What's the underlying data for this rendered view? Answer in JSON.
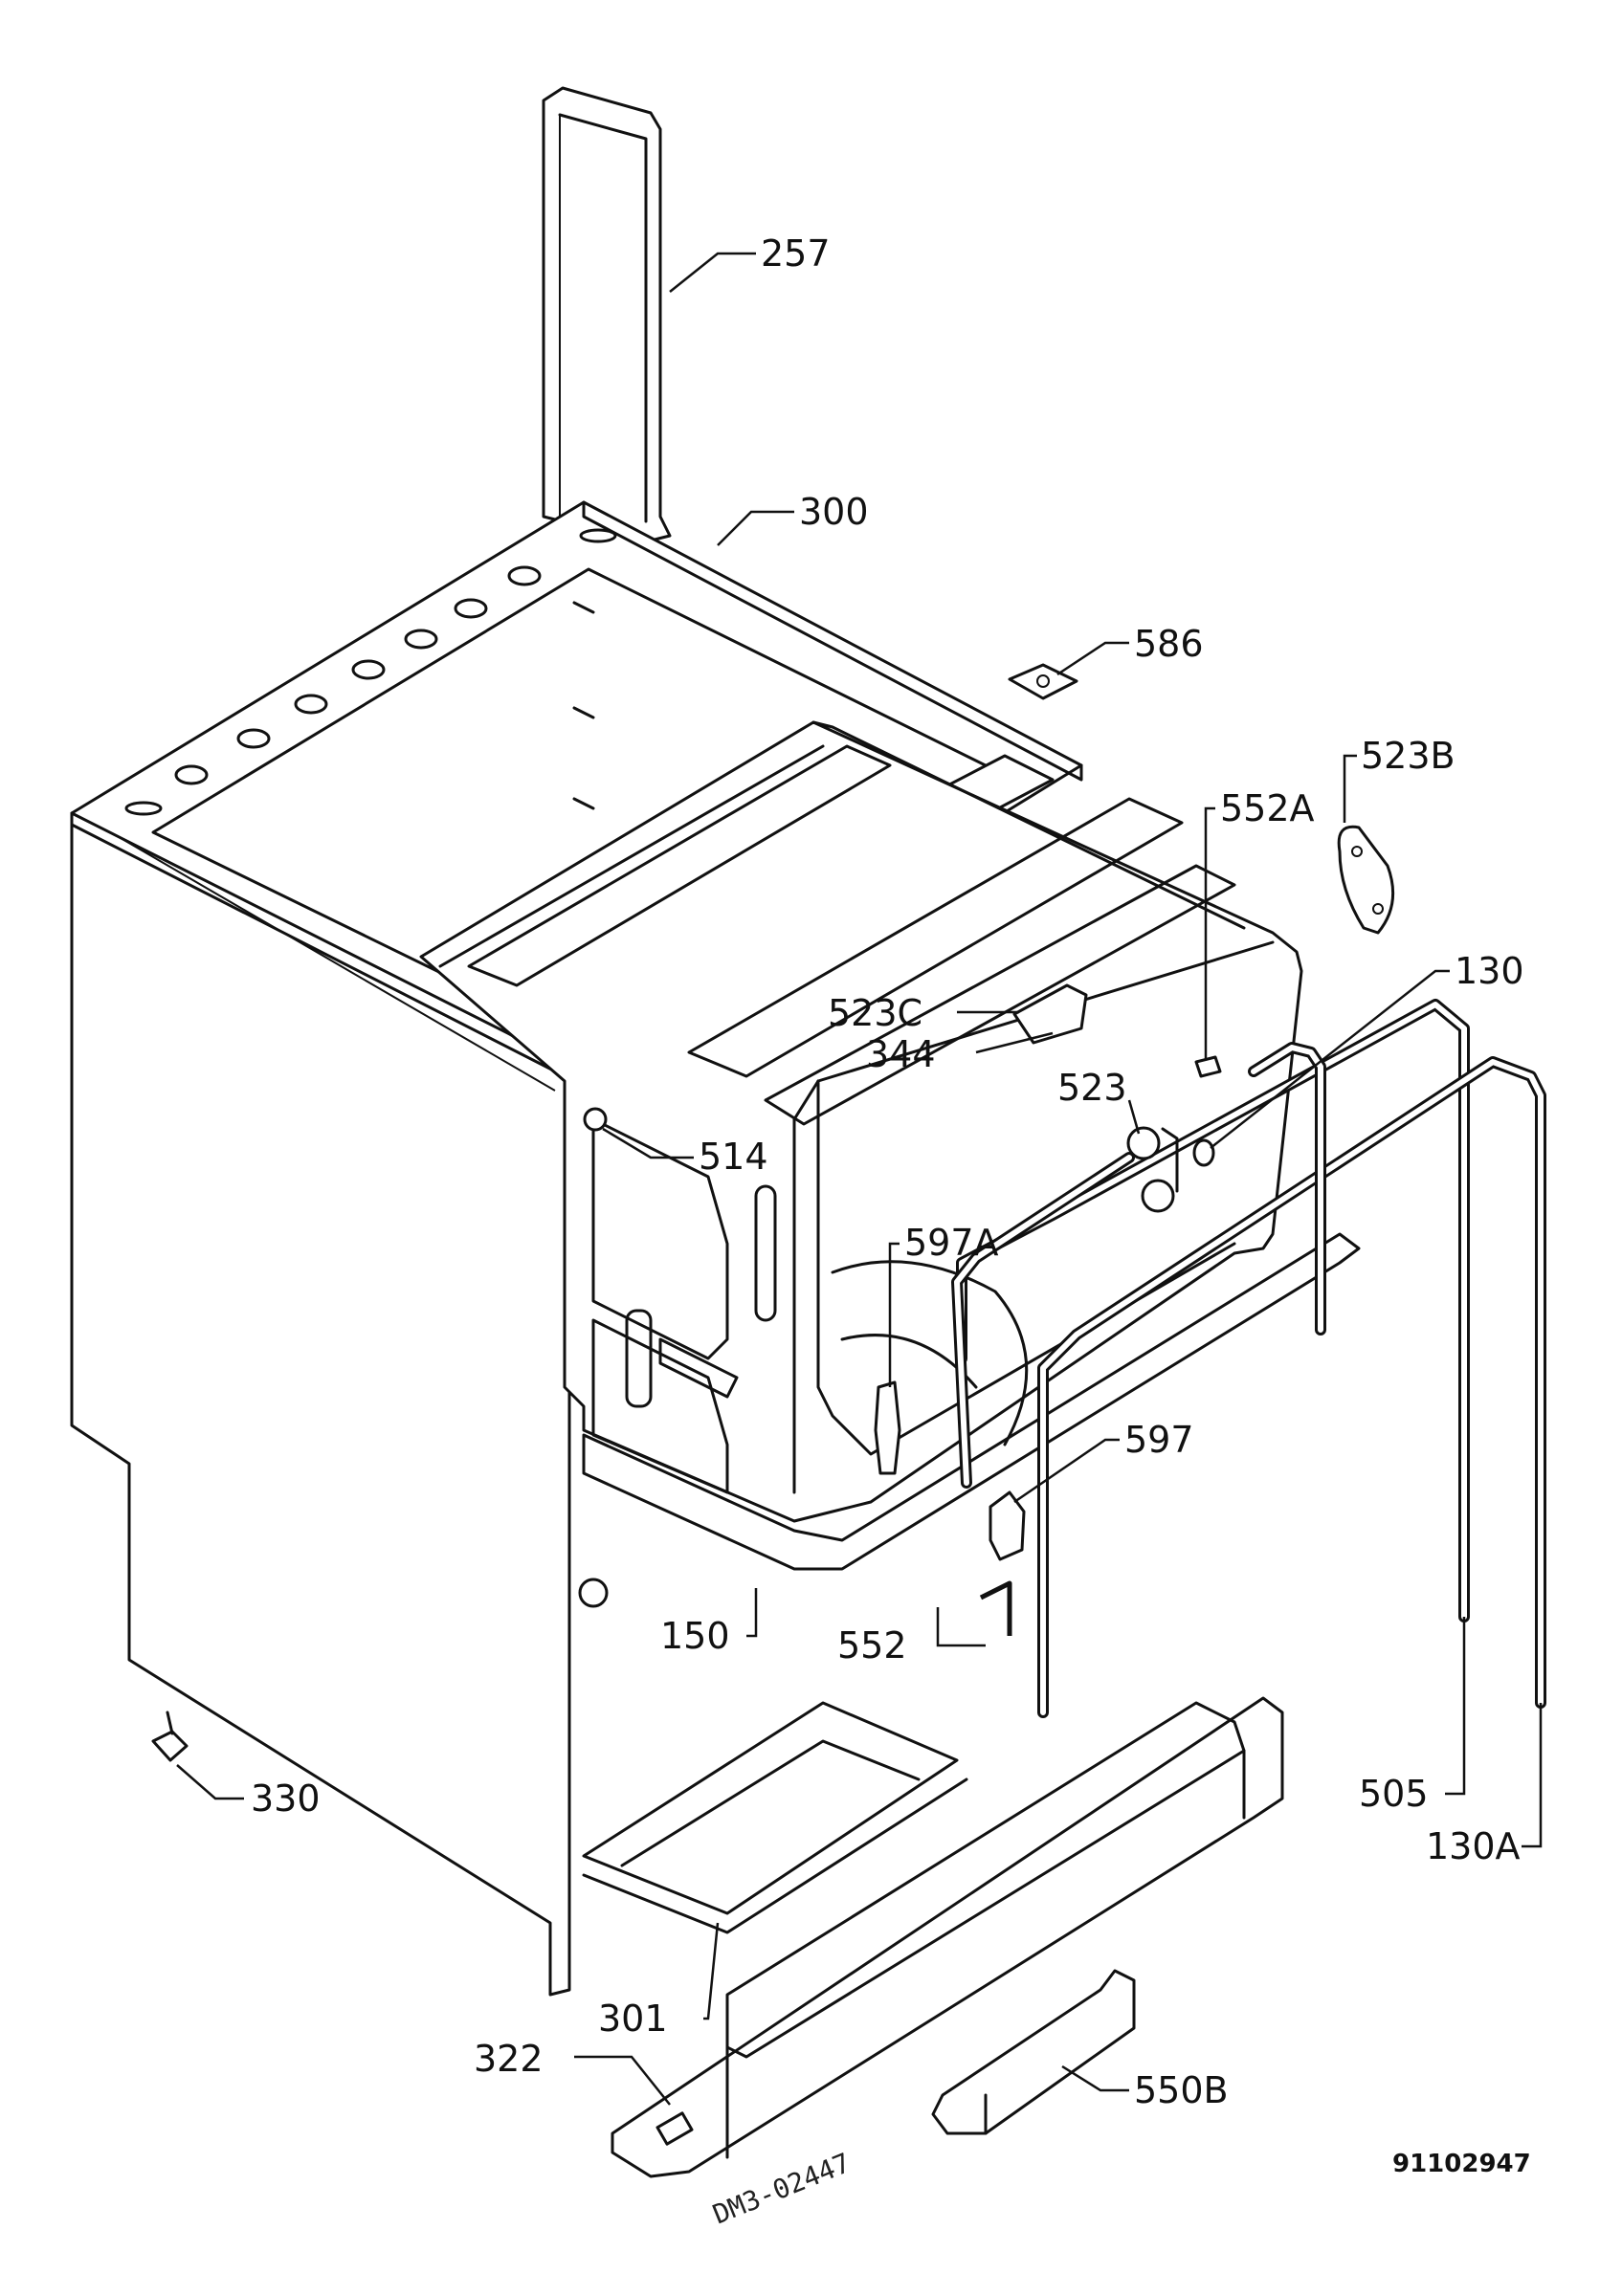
{
  "diagram": {
    "drawing_code": "91102947",
    "handwritten_note": "DM3-02447",
    "parts": [
      {
        "id": "p257",
        "label": "257"
      },
      {
        "id": "p300",
        "label": "300"
      },
      {
        "id": "p586",
        "label": "586"
      },
      {
        "id": "p523B",
        "label": "523B"
      },
      {
        "id": "p552A",
        "label": "552A"
      },
      {
        "id": "p130",
        "label": "130"
      },
      {
        "id": "p523C",
        "label": "523C"
      },
      {
        "id": "p344",
        "label": "344"
      },
      {
        "id": "p523",
        "label": "523"
      },
      {
        "id": "p514",
        "label": "514"
      },
      {
        "id": "p597A",
        "label": "597A"
      },
      {
        "id": "p597",
        "label": "597"
      },
      {
        "id": "p552",
        "label": "552"
      },
      {
        "id": "p505",
        "label": "505"
      },
      {
        "id": "p130A",
        "label": "130A"
      },
      {
        "id": "p150",
        "label": "150"
      },
      {
        "id": "p330",
        "label": "330"
      },
      {
        "id": "p301",
        "label": "301"
      },
      {
        "id": "p322",
        "label": "322"
      },
      {
        "id": "p550B",
        "label": "550B"
      }
    ]
  }
}
